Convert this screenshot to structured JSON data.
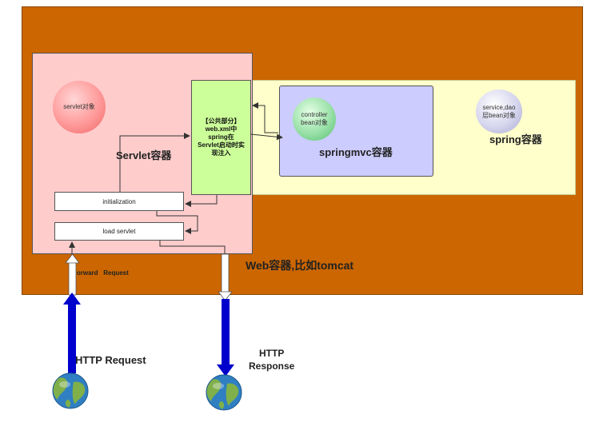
{
  "containers": {
    "web_label": "Web容器,比如tomcat",
    "spring_label": "spring容器",
    "servlet_label": "Servlet容器",
    "springmvc_label": "springmvc容器"
  },
  "shared": {
    "text": "【公共部分】\nweb.xml中\nspring在\nServlet启动时实\n现注入"
  },
  "objects": {
    "servlet": "servlet对象",
    "controller": "controller\nbean对象",
    "service": "service,dao\n层bean对象"
  },
  "steps": {
    "initialization": "initialization",
    "load_servlet": "load servlet"
  },
  "flow": {
    "forward_request": "Forward   Request",
    "http_request": "HTTP Request",
    "http_response": "HTTP\nResponse"
  },
  "colors": {
    "web_container": "#cc6600",
    "spring_container": "#ffffcc",
    "servlet_container": "#ffcccc",
    "springmvc_container": "#ccccff",
    "shared_box": "#ccff99",
    "http_arrow": "#0000cc"
  },
  "icons": {
    "client_globe": "globe-icon",
    "server_globe": "globe-icon"
  }
}
